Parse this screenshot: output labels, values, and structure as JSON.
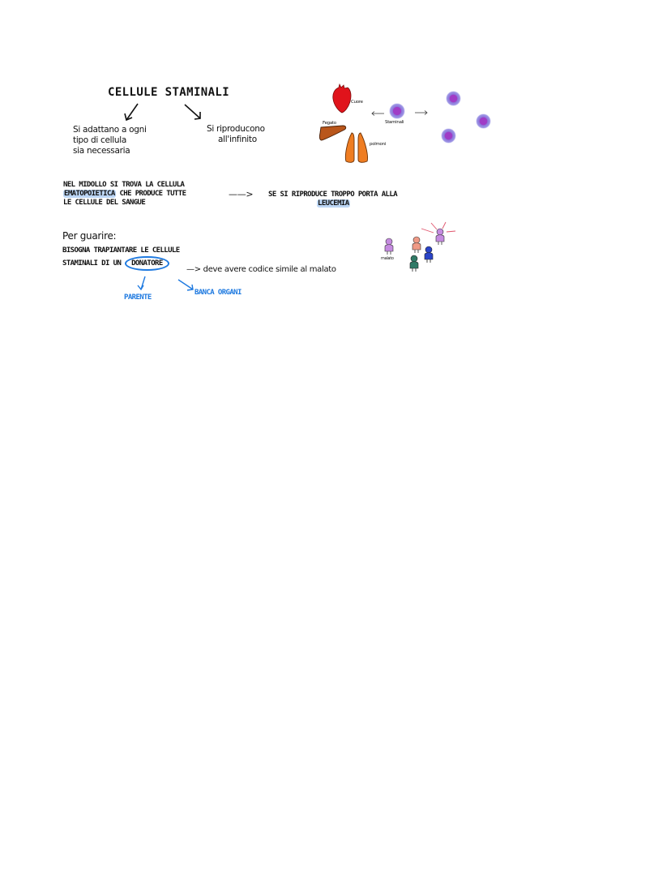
{
  "section1": {
    "title": "CELLULE STAMINALI",
    "branch_left": [
      "Si adattano a ogni",
      "tipo di cellula",
      "sia necessaria"
    ],
    "branch_right": [
      "Si riproducono",
      "all'infinito"
    ]
  },
  "diagram": {
    "labels": {
      "heart": "Cuore",
      "liver": "Fegato",
      "lungs": "polmoni",
      "stem_cell": "Staminali"
    },
    "colors": {
      "heart": "#e0131b",
      "liver": "#b9561b",
      "lungs": "#ef7d22",
      "cell_core": "#a03cc6",
      "cell_halo": "#a7a3ec"
    }
  },
  "section2": {
    "lines": [
      "NEL MIDOLLO SI TROVA LA CELLULA",
      "CHE PRODUCE TUTTE",
      "LE CELLULE DEL SANGUE"
    ],
    "highlight_word": "EMATOPOIETICA",
    "arrow": "——>",
    "consequence": "SE SI RIPRODUCE TROPPO PORTA ALLA",
    "consequence_highlight": "LEUCEMIA"
  },
  "section3": {
    "heading": "Per guarire:",
    "line1": "BISOGNA TRAPIANTARE LE CELLULE",
    "line2_prefix": "STAMINALI DI UN",
    "circled_word": "DONATORE",
    "arrow_note": "—> deve avere codice simile al malato",
    "option_left": "PARENTE",
    "option_right": "BANCA ORGANI"
  },
  "figures": {
    "patient_label": "malato",
    "colors": [
      "#c58be0",
      "#ef9a86",
      "#2a44c8",
      "#2f7a66",
      "#c58be0"
    ],
    "match_arrow_color": "#e0536b"
  }
}
